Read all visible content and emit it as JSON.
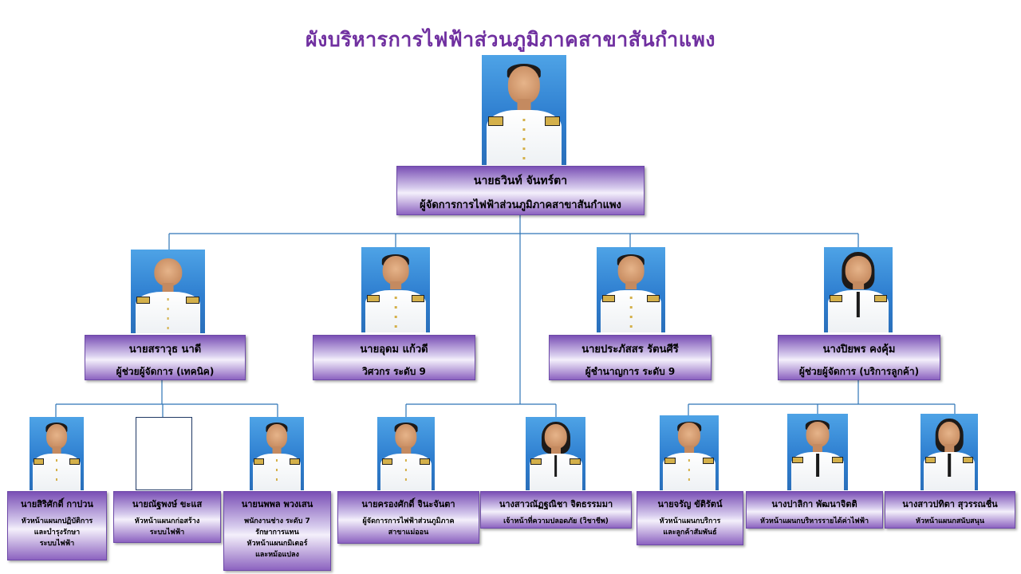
{
  "title": "ผังบริหารการไฟฟ้าส่วนภูมิภาคสาขาสันกำแพง",
  "colors": {
    "title": "#7030a0",
    "box": "#8c63c0",
    "line": "#2e75b6"
  },
  "manager": {
    "name": "นายธวินท์  จันทร์ตา",
    "position": "ผู้จัดการการไฟฟ้าส่วนภูมิภาคสาขาสันกำแพง"
  },
  "level2": [
    {
      "name": "นายสราวุธ  นาดี",
      "position": "ผู้ช่วยผู้จัดการ (เทคนิค)"
    },
    {
      "name": "นายอุดม  แก้วดี",
      "position": "วิศวกร ระดับ 9"
    },
    {
      "name": "นายประภัสสร  รัตนศีรี",
      "position": "ผู้ชำนาญการ ระดับ 9"
    },
    {
      "name": "นางปิยพร  คงคุ้ม",
      "position": "ผู้ช่วยผู้จัดการ (บริการลูกค้า)"
    }
  ],
  "level3": [
    {
      "name": "นายสิริศักดิ์  กาปวน",
      "position": "หัวหน้าแผนกปฏิบัติการ\nและบำรุงรักษา\nระบบไฟฟ้า"
    },
    {
      "name": "นายณัฐพงษ์  ขะแส",
      "position": "หัวหน้าแผนกก่อสร้าง\nระบบไฟฟ้า"
    },
    {
      "name": "นายนพพล  พวงเสน",
      "position": "พนักงานช่าง ระดับ 7\nรักษาการแทน\nหัวหน้าแผนกมิเตอร์\nและหม้อแปลง"
    },
    {
      "name": "นายครองศักดิ์  จินะจันตา",
      "position": "ผู้จัดการการไฟฟ้าส่วนภูมิภาค\nสาขาแม่ออน"
    },
    {
      "name": "นางสาวณัฏฐณิชา  จิตธรรมมา",
      "position": "เจ้าหน้าที่ความปลอดภัย (วิชาชีพ)"
    },
    {
      "name": "นายจรัญ  ขัติรัตน์",
      "position": "หัวหน้าแผนกบริการ\nและลูกค้าสัมพันธ์"
    },
    {
      "name": "นางปาลิกา  พัฒนาจิตติ",
      "position": "หัวหน้าแผนกบริหารรายได้ค่าไฟฟ้า"
    },
    {
      "name": "นางสาวปทิตา  สุวรรณชื่น",
      "position": "หัวหน้าแผนกสนับสนุน"
    }
  ]
}
